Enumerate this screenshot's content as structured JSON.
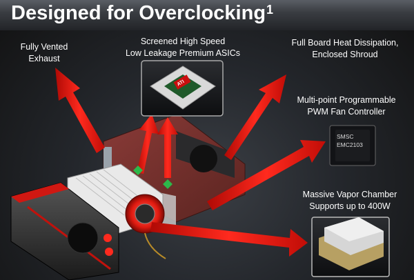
{
  "title": {
    "text": "Designed for Overclocking",
    "superscript": "1"
  },
  "labels": {
    "fully_vented": [
      "Fully Vented",
      "Exhaust"
    ],
    "screened_asics": [
      "Screened High Speed",
      "Low Leakage Premium ASICs"
    ],
    "full_board": [
      "Full Board Heat Dissipation,",
      "Enclosed Shroud"
    ],
    "pwm_controller": [
      "Multi-point Programmable",
      "PWM Fan Controller"
    ],
    "vapor_chamber": [
      "Massive Vapor Chamber",
      "Supports up to 400W"
    ]
  },
  "chip_markings": {
    "gpu_logo": "ATI",
    "controller_brand": "SMSC",
    "controller_part": "EMC2103"
  },
  "colors": {
    "arrow": "#e8130c",
    "accent_green": "#2db84a",
    "gpu_green": "#1f5a2a"
  }
}
